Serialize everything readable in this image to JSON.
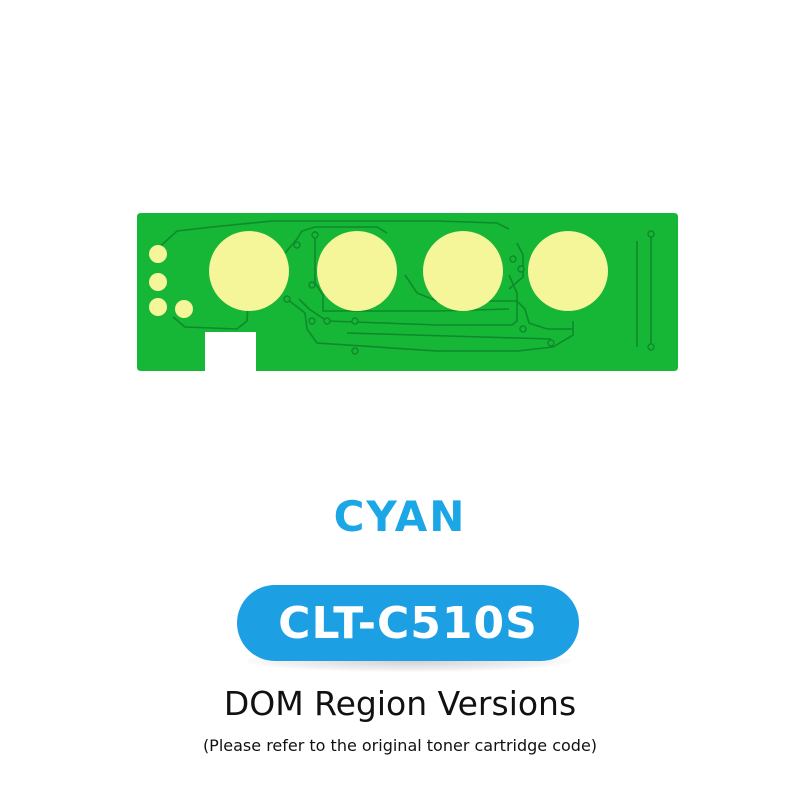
{
  "product": {
    "color_name": "CYAN",
    "model_code": "CLT-C510S",
    "region_text": "DOM Region Versions",
    "note_text": "(Please refer to the original toner cartridge code)"
  },
  "colors": {
    "board_green": "#16b636",
    "trace_green": "#0f8a2b",
    "contact_yellow": "#f5f59a",
    "accent_blue": "#1ba6e6",
    "pill_blue": "#1d9fe3"
  },
  "chip": {
    "contact_count": 4,
    "small_pad_count": 4
  }
}
